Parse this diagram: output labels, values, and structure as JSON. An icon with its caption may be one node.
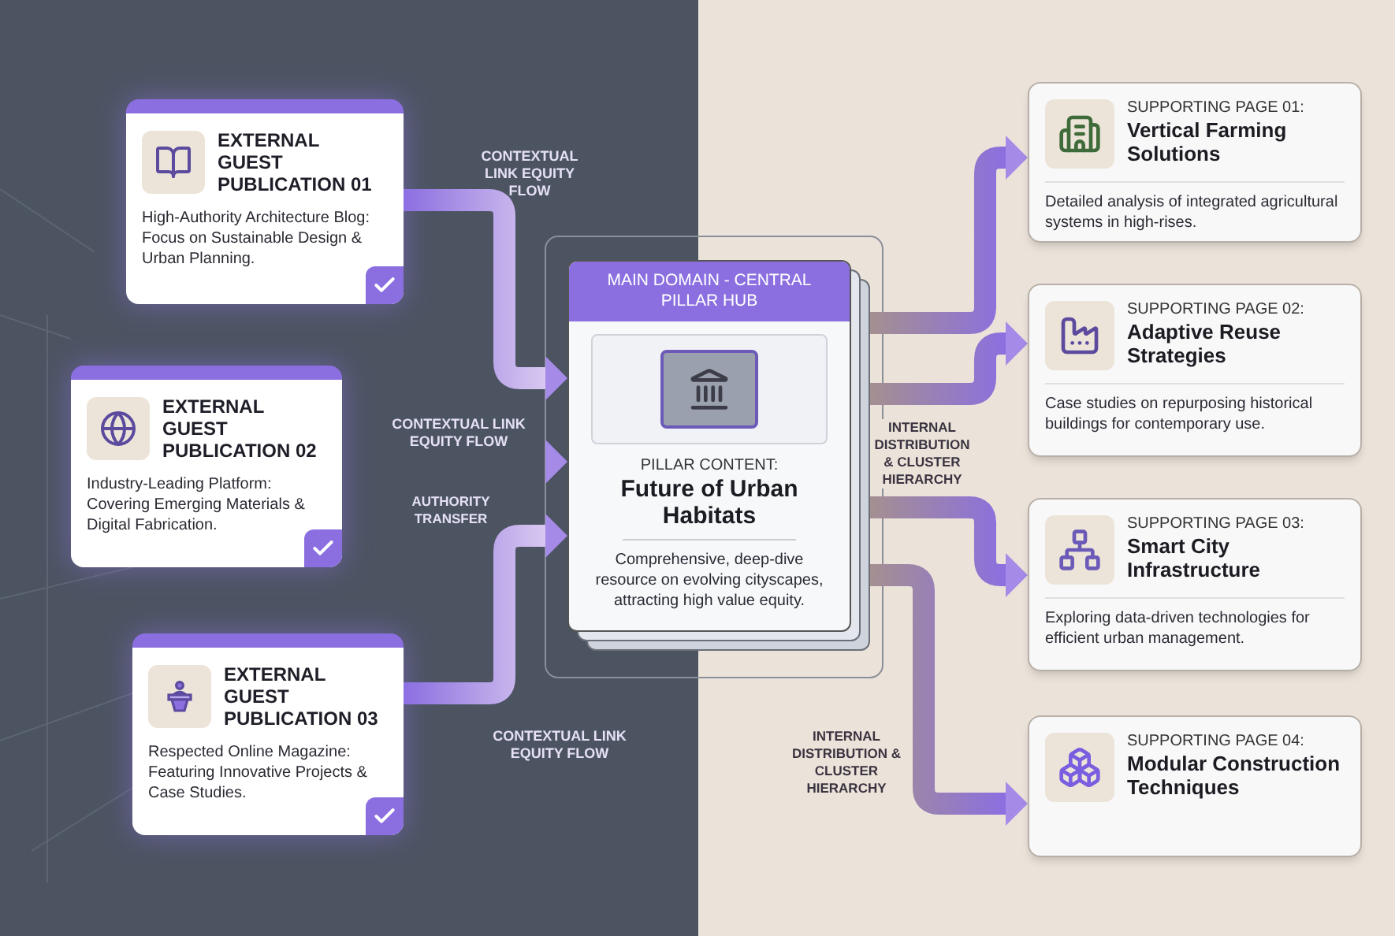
{
  "diagram": {
    "nodes": [
      {
        "text": [
          "EXTERNAL GUEST PUBLICATION 01",
          "High-Authority Architecture Blog: Focus on Sustainable Design & Urban Planning."
        ]
      },
      {
        "text": [
          "EXTERNAL GUEST PUBLICATION 02",
          "Industry-Leading Platform: Covering Emerging Materials & Digital Fabrication."
        ]
      },
      {
        "text": [
          "EXTERNAL GUEST PUBLICATION 03",
          "Respected Online Magazine: Featuring Innovative Projects & Case Studies."
        ]
      },
      {
        "text": [
          "MAIN DOMAIN - CENTRAL PILLAR HUB",
          "PILLAR CONTENT:",
          "Future of Urban Habitats",
          "Comprehensive, deep-dive resource on evolving cityscapes, attracting high value equity."
        ]
      },
      {
        "text": [
          "SUPPORTING PAGE 01:",
          "Vertical Farming Solutions",
          "Detailed analysis of integrated agricultural systems in high-rises."
        ]
      },
      {
        "text": [
          "SUPPORTING PAGE 02:",
          "Adaptive Reuse Strategies",
          "Case studies on repurposing historical buildings for contemporary use."
        ]
      },
      {
        "text": [
          "SUPPORTING PAGE 03:",
          "Smart City Infrastructure",
          "Exploring data-driven technologies for efficient urban management."
        ]
      },
      {
        "text": [
          "SUPPORTING PAGE 04:",
          "Modular Construction Techniques"
        ]
      }
    ],
    "edges": [
      {
        "from": 0,
        "to": 3,
        "arrow": "to",
        "label": "CONTEXTUAL LINK EQUITY FLOW"
      },
      {
        "from": 1,
        "to": 3,
        "arrow": "to",
        "label": "CONTEXTUAL LINK EQUITY FLOW"
      },
      {
        "from": 2,
        "to": 3,
        "arrow": "to",
        "label": "CONTEXTUAL LINK EQUITY FLOW"
      },
      {
        "from": 3,
        "to": 4,
        "arrow": "to"
      },
      {
        "from": 3,
        "to": 5,
        "arrow": "to"
      },
      {
        "from": 3,
        "to": 6,
        "arrow": "to"
      },
      {
        "from": 3,
        "to": 7,
        "arrow": "to"
      }
    ],
    "labels": [
      "AUTHORITY TRANSFER",
      "INTERNAL DISTRIBUTION & CLUSTER HIERARCHY",
      "INTERNAL DISTRIBUTION & CLUSTER HIERARCHY"
    ]
  }
}
